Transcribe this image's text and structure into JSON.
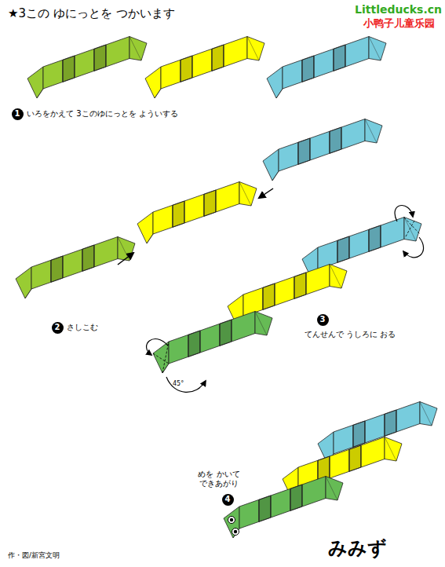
{
  "diagram": {
    "title": "★3この ゆにっとを つかいます",
    "nodes": [
      {
        "text": [
          "1"
        ]
      },
      {
        "text": [
          "2"
        ]
      },
      {
        "text": [
          "3"
        ]
      },
      {
        "text": [
          "4"
        ]
      }
    ],
    "labels": [
      "Littleducks.cn",
      "小鸭子儿童乐园",
      "いろをかえて 3このゆにっとを よういする",
      "さしこむ",
      "てんせんで うしろに おる",
      "45°",
      "めを かいて できあがり",
      "みみず",
      "作・図/新宮文明"
    ]
  }
}
